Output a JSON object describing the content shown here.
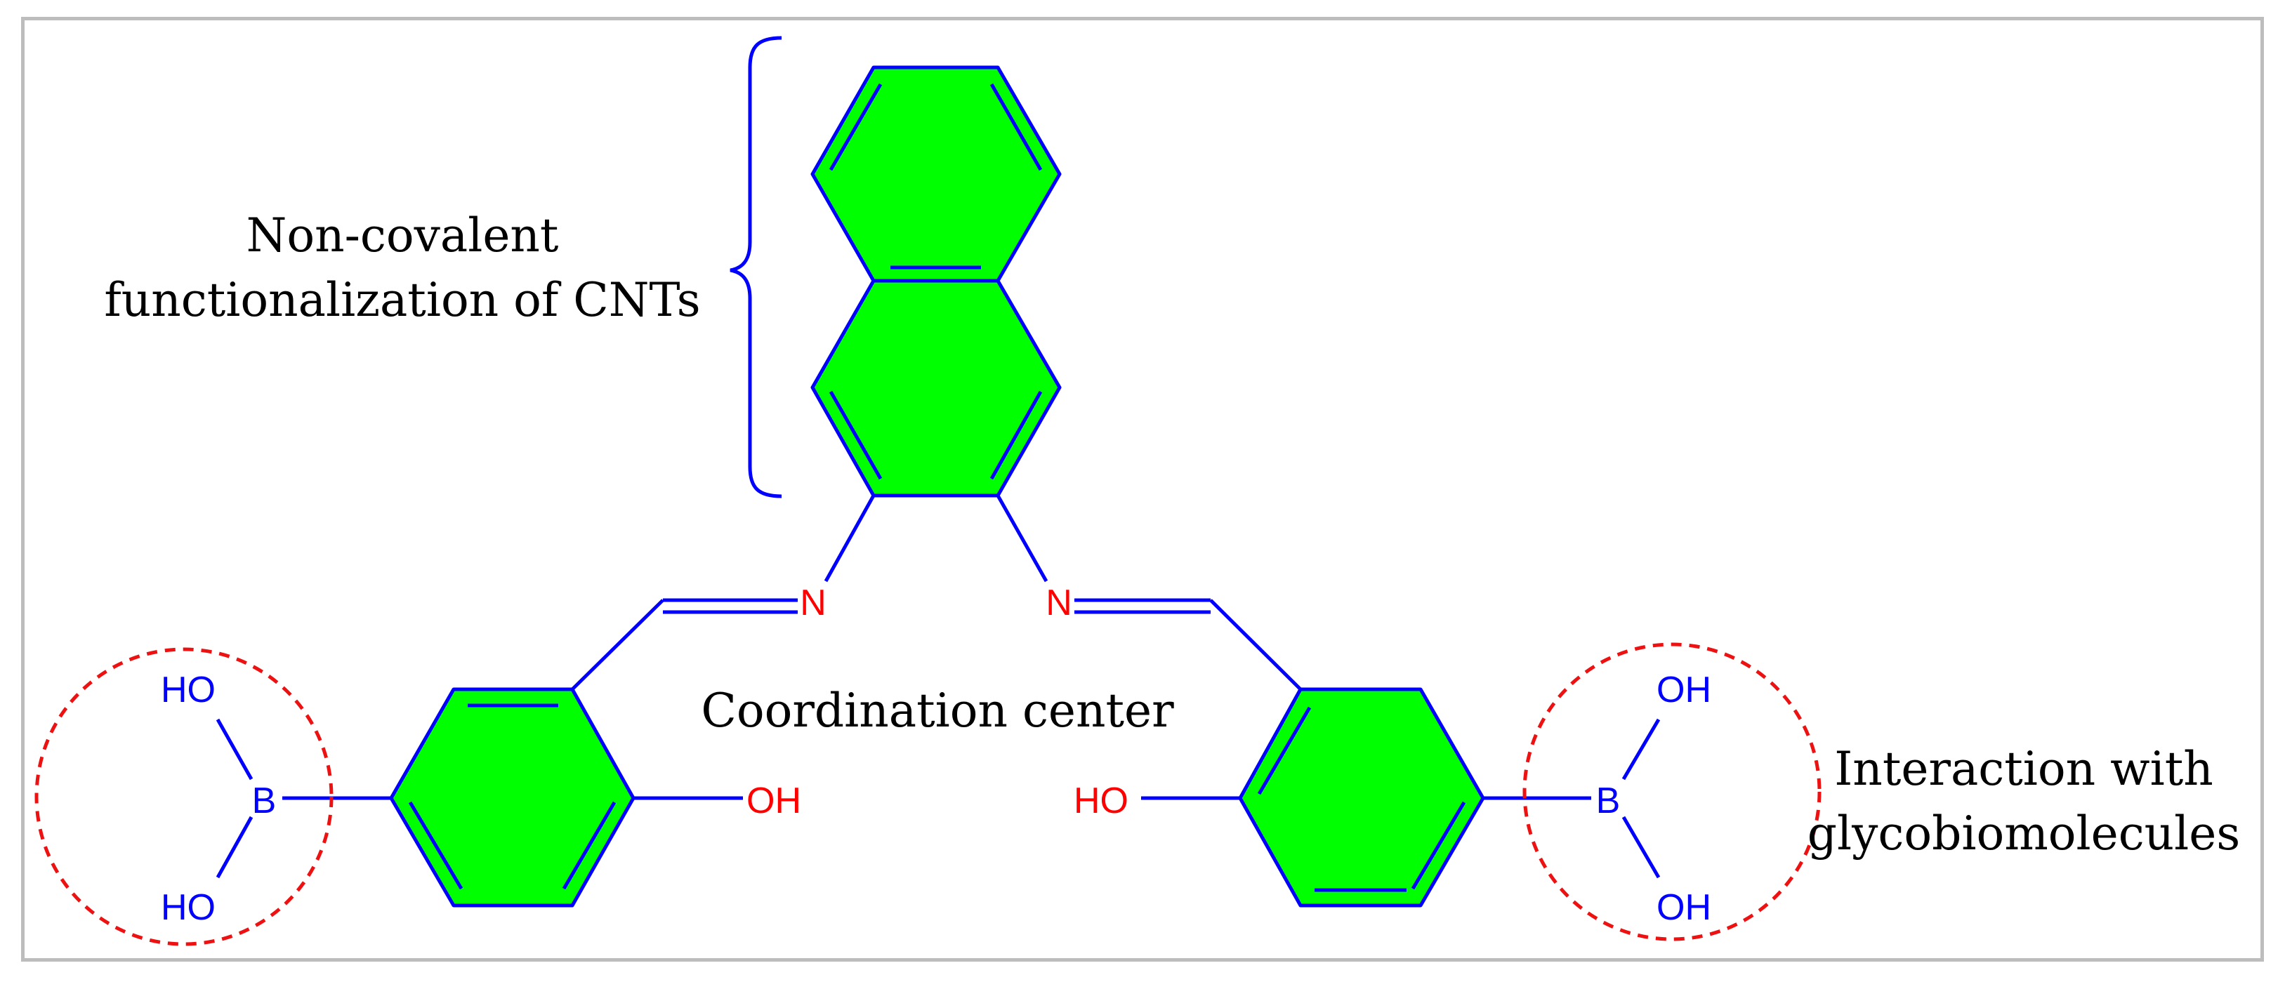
{
  "annotations": {
    "cnt_label_line1": "Non-covalent",
    "cnt_label_line2": "functionalization of CNTs",
    "coordination_label": "Coordination center",
    "glyco_label_line1": "Interaction with",
    "glyco_label_line2": "glycobiomolecules"
  },
  "atoms": {
    "imine_n_left": "N",
    "imine_n_right": "N",
    "phenol_oh_left": "OH",
    "phenol_ho_right": "HO",
    "boron_left": "B",
    "boron_right": "B",
    "boronic_ho_top_left": "HO",
    "boronic_ho_bottom_left": "HO",
    "boronic_oh_top_right": "OH",
    "boronic_oh_bottom_right": "OH"
  },
  "colors": {
    "ring_fill": "#00ff00",
    "bond": "#0000ff",
    "heteroatom_red": "#ff0000",
    "dashed_circle": "#ee1111",
    "frame": "#bdbdbd",
    "text": "#000000"
  }
}
